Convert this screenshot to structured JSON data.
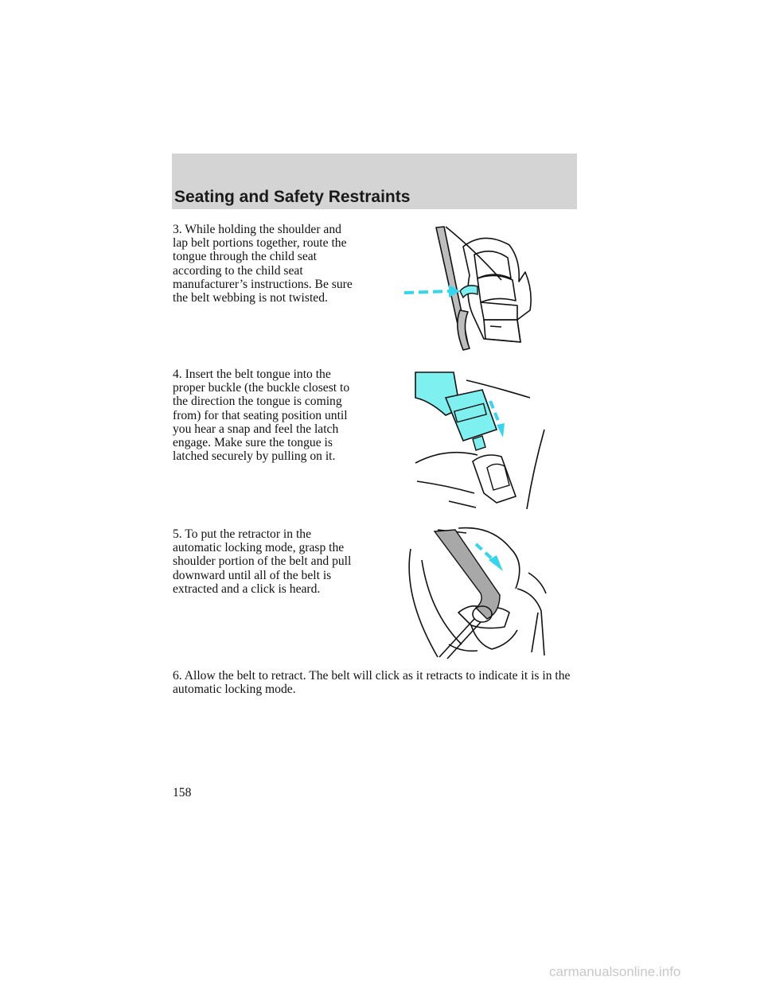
{
  "header": {
    "section_title": "Seating and Safety Restraints",
    "band_color": "#d4d4d4"
  },
  "steps": [
    {
      "text": "3. While holding the shoulder and\nlap belt portions together, route the\ntongue through the child seat\naccording to the child seat\nmanufacturer’s instructions. Be sure\nthe belt webbing is not twisted."
    },
    {
      "text": "4. Insert the belt tongue into the\nproper buckle (the buckle closest to\nthe direction the tongue is coming\nfrom) for that seating position until\nyou hear a snap and feel the latch\nengage. Make sure the tongue is\nlatched securely by pulling on it."
    },
    {
      "text": "5. To put the retractor in the\nautomatic locking mode, grasp the\nshoulder portion of the belt and pull\ndownward until all of the belt is\nextracted and a click is heard."
    },
    {
      "text": "6. Allow the belt to retract. The belt will click as it retracts to indicate it is in the automatic locking mode."
    }
  ],
  "page_number": "158",
  "illustrations": {
    "accent_color": "#7ff0f0",
    "arrow_color": "#33d6ee",
    "belt_gray": "#a8a8a8"
  },
  "watermark": "carmanualsonline.info"
}
